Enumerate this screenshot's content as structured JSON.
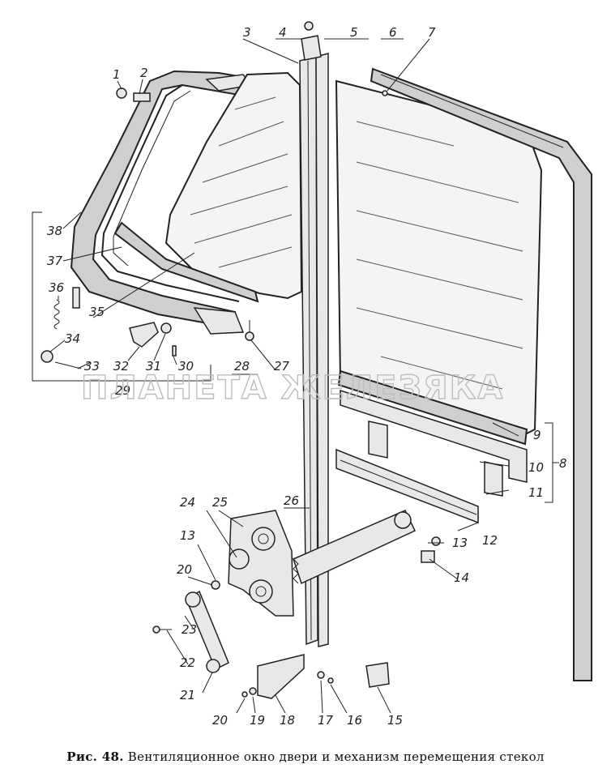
{
  "caption": {
    "figure": "Рис. 48.",
    "text": "Вентиляционное окно двери и механизм перемещения стекол"
  },
  "watermark": "ПЛАНЕТА ЖЕЛЕЗЯКА",
  "callouts": {
    "n1": "1",
    "n2": "2",
    "n3": "3",
    "n4": "4",
    "n5": "5",
    "n6": "6",
    "n7": "7",
    "n8": "8",
    "n9": "9",
    "n10": "10",
    "n11": "11",
    "n12": "12",
    "n13a": "13",
    "n13b": "13",
    "n14": "14",
    "n15": "15",
    "n16": "16",
    "n17": "17",
    "n18": "18",
    "n19": "19",
    "n20a": "20",
    "n20b": "20",
    "n21": "21",
    "n22": "22",
    "n23": "23",
    "n24": "24",
    "n25": "25",
    "n26": "26",
    "n27": "27",
    "n28": "28",
    "n29": "29",
    "n30": "30",
    "n31": "31",
    "n32": "32",
    "n33": "33",
    "n34": "34",
    "n35": "35",
    "n36": "36",
    "n37": "37",
    "n38": "38"
  }
}
